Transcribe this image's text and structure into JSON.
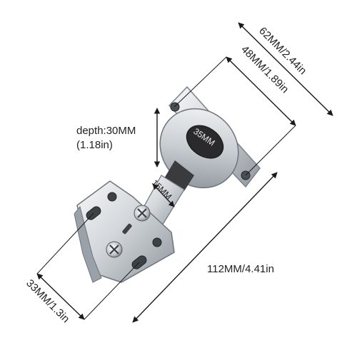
{
  "dimensions": {
    "overall_width": "62MM/2.44in",
    "mount_width": "48MM/1.89in",
    "depth_line1": "depth:30MM",
    "depth_line2": "(1.18in)",
    "cup_diameter": "35MM",
    "cup_offset": "15MM",
    "plate_width": "33MM/1.3in",
    "length": "112MM/4.41in"
  },
  "colors": {
    "metal_light": "#eef0f2",
    "metal_mid": "#c2c7cc",
    "metal_dark": "#6d747b",
    "cup_black": "#2a2a2c",
    "line": "#1a1a1a"
  }
}
